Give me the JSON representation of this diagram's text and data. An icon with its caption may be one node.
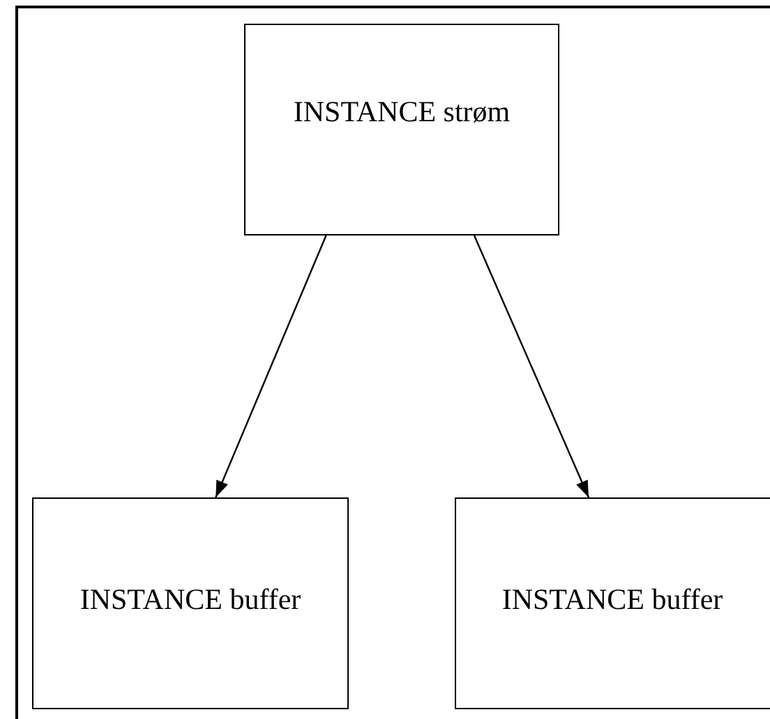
{
  "diagram": {
    "nodes": [
      {
        "text": [
          "INSTANCE strøm"
        ]
      },
      {
        "text": [
          "INSTANCE buffer"
        ]
      },
      {
        "text": [
          "INSTANCE buffer"
        ]
      }
    ],
    "edges": [
      {
        "from": 0,
        "to": 1,
        "arrow": "to"
      },
      {
        "from": 0,
        "to": 2,
        "arrow": "to"
      }
    ]
  }
}
